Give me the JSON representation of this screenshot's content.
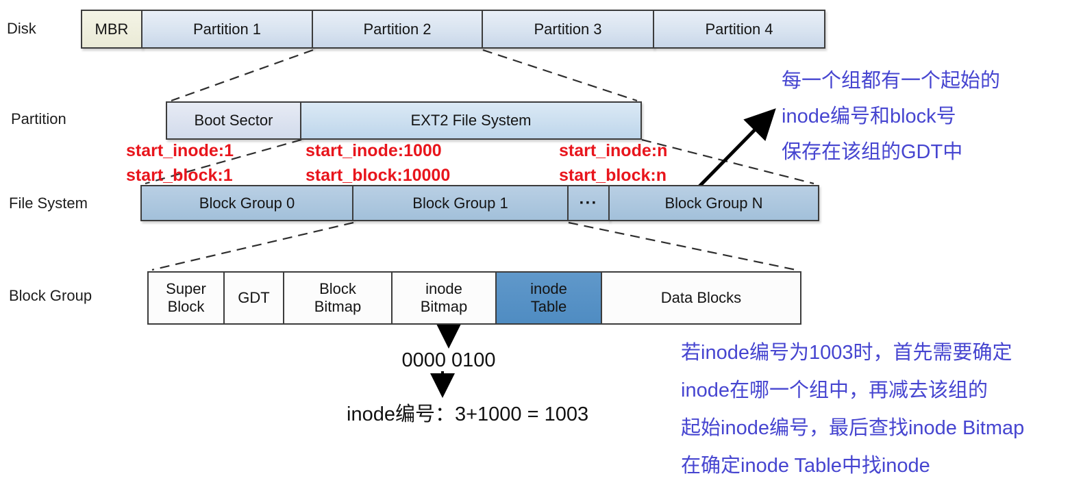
{
  "rows": {
    "disk": {
      "label": "Disk",
      "boxes": [
        "MBR",
        "Partition 1",
        "Partition 2",
        "Partition 3",
        "Partition 4"
      ]
    },
    "partition": {
      "label": "Partition",
      "boxes": [
        "Boot Sector",
        "EXT2 File System"
      ]
    },
    "filesystem": {
      "label": "File System",
      "boxes": [
        "Block Group 0",
        "Block Group 1",
        "···",
        "Block Group N"
      ]
    },
    "blockgroup": {
      "label": "Block Group",
      "boxes": [
        "Super Block",
        "GDT",
        "Block Bitmap",
        "inode Bitmap",
        "inode Table",
        "Data Blocks"
      ]
    }
  },
  "group_start_labels": [
    {
      "line1": "start_inode:1",
      "line2": "start_block:1"
    },
    {
      "line1": "start_inode:1000",
      "line2": "start_block:10000"
    },
    {
      "line1": "start_inode:n",
      "line2": "start_block:n"
    }
  ],
  "inode_lookup": {
    "bitmap_value": "0000 0100",
    "formula": "inode编号：3+1000 = 1003"
  },
  "notes": {
    "gdt_note": [
      "每一个组都有一个起始的",
      "inode编号和block号",
      "保存在该组的GDT中"
    ],
    "lookup_note": [
      "若inode编号为1003时，首先需要确定",
      "inode在哪一个组中，再减去该组的",
      "起始inode编号，最后查找inode Bitmap",
      "在确定inode Table中找inode"
    ]
  },
  "colors": {
    "red_label": "#e8151c",
    "note_blue": "#4645d0",
    "inode_table_fill": "#5793c8",
    "partition_fill": "#d8e3f0",
    "block_group_fill": "#a9c3dd",
    "mbr_fill": "#efefdc",
    "box_border": "#3c3c3c"
  }
}
